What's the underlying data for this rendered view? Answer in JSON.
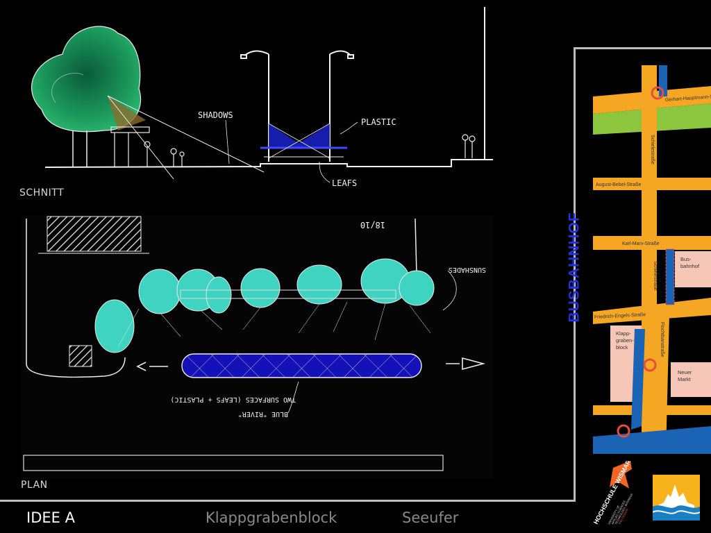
{
  "sections": {
    "section_label": "SCHNITT",
    "plan_label": "PLAN"
  },
  "section_annotations": {
    "shadows": "SHADOWS",
    "plastic": "PLASTIC",
    "leafs": "LEAFS"
  },
  "plan_annotations": {
    "sunshades": "SUNSHADES",
    "two_surfaces": "TWO SURFACES (LEAFS + PLASTIC)",
    "blue_river": "BLUE \"RIVER\"",
    "date_mark": "18/10"
  },
  "map": {
    "streets": {
      "gerhart": "Gerhart-Hauptmann-Straße",
      "schiele1": "Schielestraße",
      "bebel": "August-Bebel-Straße",
      "marx": "Karl-Marx-Straße",
      "schiele2": "Schielestraße",
      "engels": "Friedrich-Engels-Straße",
      "flocht": "Flochtbanstraße"
    },
    "blocks": {
      "busbahnhof_line1": "Bus-",
      "busbahnhof_line2": "bahnhof",
      "klapp_line1": "Klapp-",
      "klapp_line2": "graben-",
      "klapp_line3": "block",
      "neuer_line1": "Neuer",
      "neuer_line2": "Markt"
    },
    "colors": {
      "street": "#f5a623",
      "water": "#1a63b5",
      "green": "#8cc63f",
      "block": "#f6c7b6",
      "marker": "#e74c3c"
    }
  },
  "busbahnhof_label": "BUSBAHNHOF",
  "logos": {
    "school_name": "HOCHSCHULE WISMAR",
    "school_subtext1": "UNIVERSITY OF",
    "school_subtext2": "APPLIED SCIENCES",
    "school_subtext3": "TECHNOLOGY, BUSINESS",
    "school_subtext4": "AND DESIGN",
    "school_color": "#f26522",
    "crest_colors": [
      "#f7b21c",
      "#1b7fc4",
      "#ffffff"
    ]
  },
  "nav": {
    "items": [
      {
        "label": "IDEE A",
        "active": true
      },
      {
        "label": "Klappgrabenblock",
        "active": false
      },
      {
        "label": "Seeufer",
        "active": false
      }
    ]
  }
}
